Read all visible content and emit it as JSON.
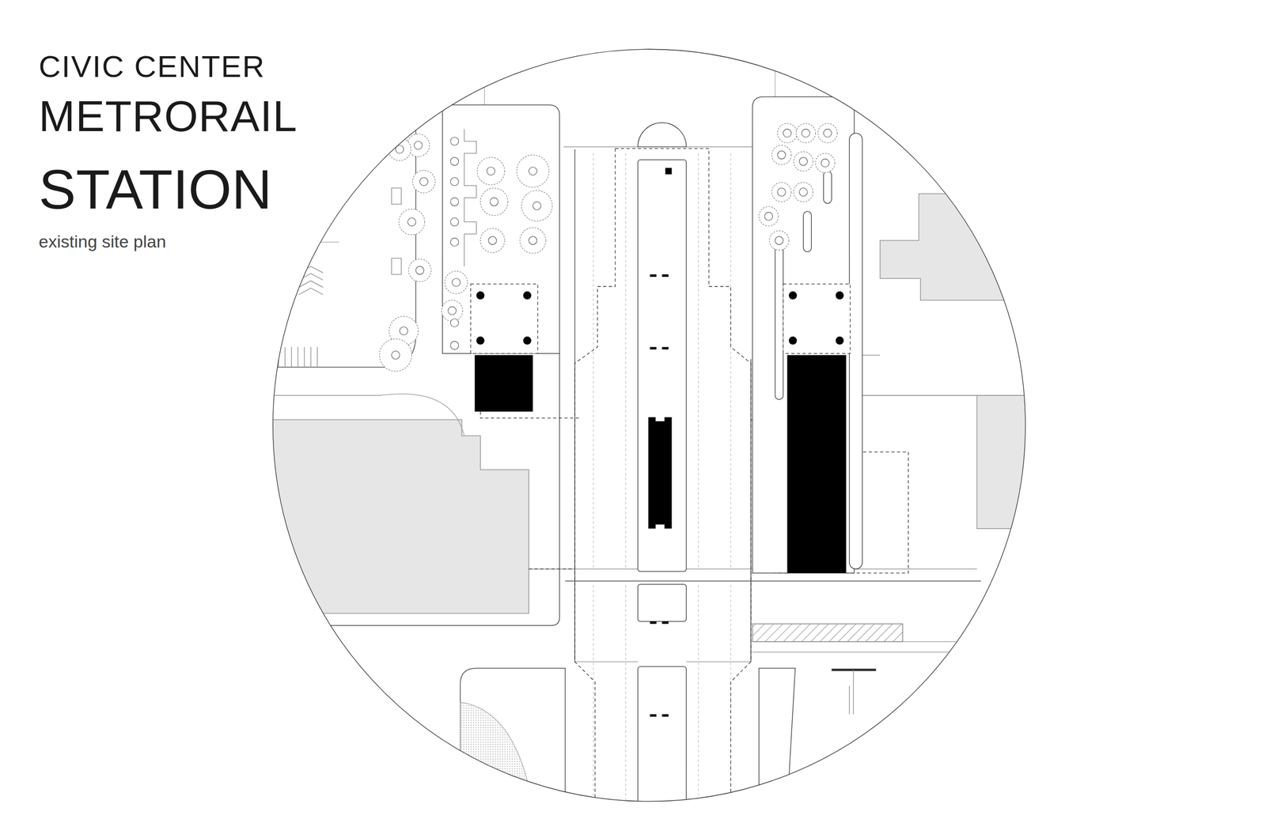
{
  "diagram": {
    "caption": "existing site plan",
    "labels": [
      "CIVIC CENTER",
      "METRORAIL",
      "STATION"
    ]
  }
}
